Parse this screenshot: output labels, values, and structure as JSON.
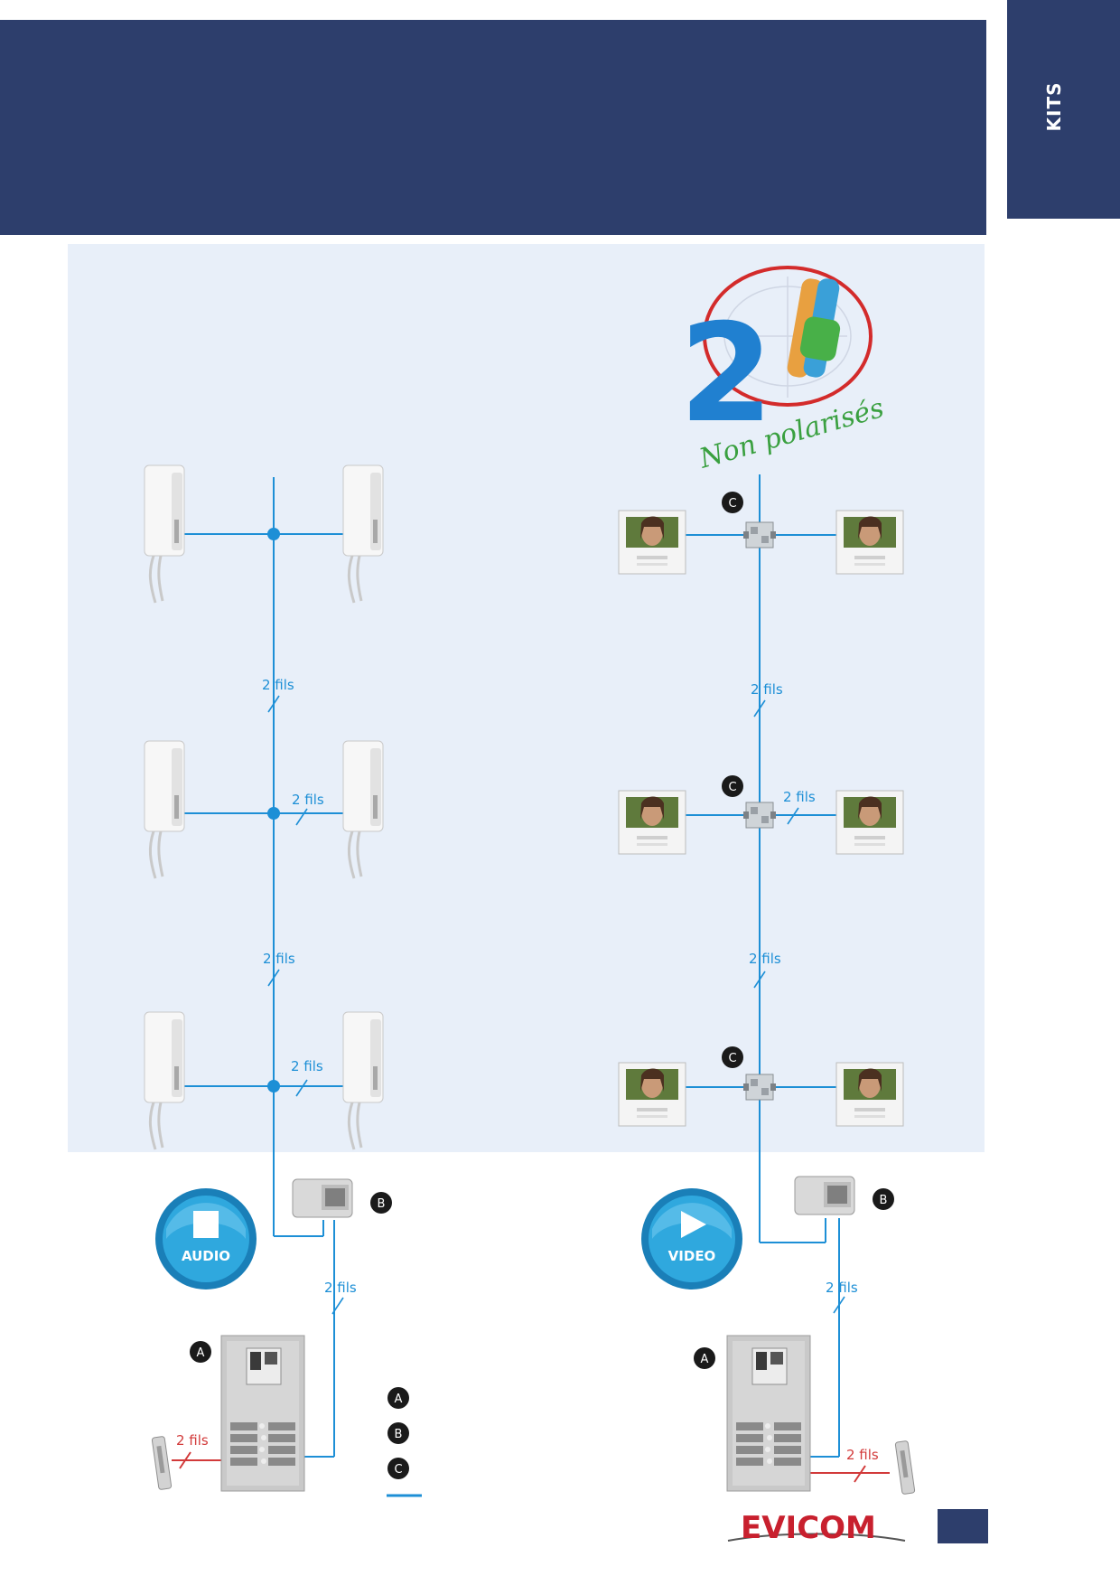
{
  "side_tab": {
    "label": "KITS"
  },
  "badge_logo": {
    "digit": "2",
    "script": "Non polarisés"
  },
  "wire_label": "2 fils",
  "markers": {
    "a": "A",
    "b": "B",
    "c": "C"
  },
  "audio_button": {
    "label": "AUDIO"
  },
  "video_button": {
    "label": "VIDEO"
  },
  "brand": {
    "name": "EVICOM"
  },
  "colors": {
    "header": "#2d3e6c",
    "panel": "#e8eff9",
    "bus_wire": "#1d8fd6",
    "lock_wire": "#d23a3a",
    "brand": "#c8202e"
  }
}
